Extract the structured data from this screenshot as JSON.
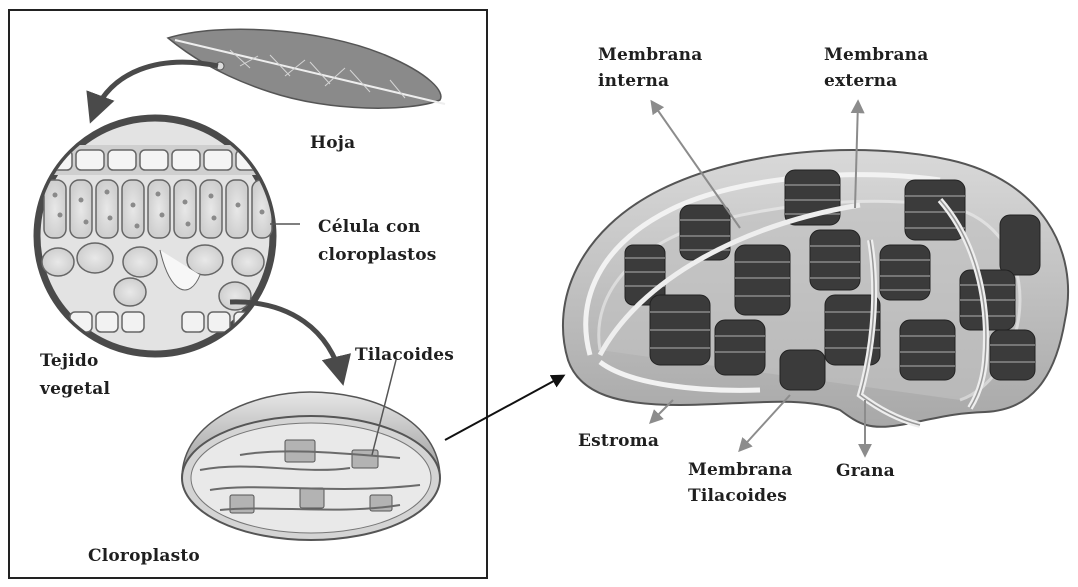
{
  "labels": {
    "hoja": "Hoja",
    "celula_line1": "Célula con",
    "celula_line2": "cloroplastos",
    "tejido_line1": "Tejido",
    "tejido_line2": "vegetal",
    "tilacoides": "Tilacoides",
    "cloroplasto": "Cloroplasto",
    "membrana_interna_line1": "Membrana",
    "membrana_interna_line2": "interna",
    "membrana_externa_line1": "Membrana",
    "membrana_externa_line2": "externa",
    "estroma": "Estroma",
    "membrana_tilacoides_line1": "Membrana",
    "membrana_tilacoides_line2": "Tilacoides",
    "grana": "Grana"
  },
  "colors": {
    "frame": "#222222",
    "arrow_dark": "#4a4a4a",
    "arrow_light": "#8c8c8c",
    "leaf": "#8a8a8a",
    "grana": "#3b3b3b"
  }
}
